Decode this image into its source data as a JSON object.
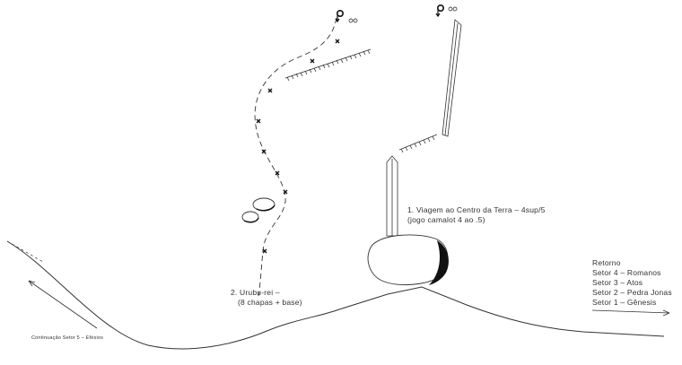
{
  "routes": [
    {
      "name": "2. Urubu-rei –",
      "detail": "(8 chapas + base)"
    },
    {
      "name": "1. Viagem ao Centro da Terra – 4sup/5",
      "detail": "(jogo camalot 4 ao .5)"
    }
  ],
  "legend": {
    "title": "Retorno",
    "items": [
      "Setor 4 – Romanos",
      "Setor 3 – Atos",
      "Setor 2 – Pedra Jonas",
      "Setor 1 – Gênesis"
    ]
  },
  "continuation": "Continuação Setor 5 – Efésios",
  "icons": [
    "anchor-icon",
    "anchor-icon",
    "bolt-icon"
  ],
  "colors": {
    "ink": "#222222",
    "background": "#ffffff"
  }
}
